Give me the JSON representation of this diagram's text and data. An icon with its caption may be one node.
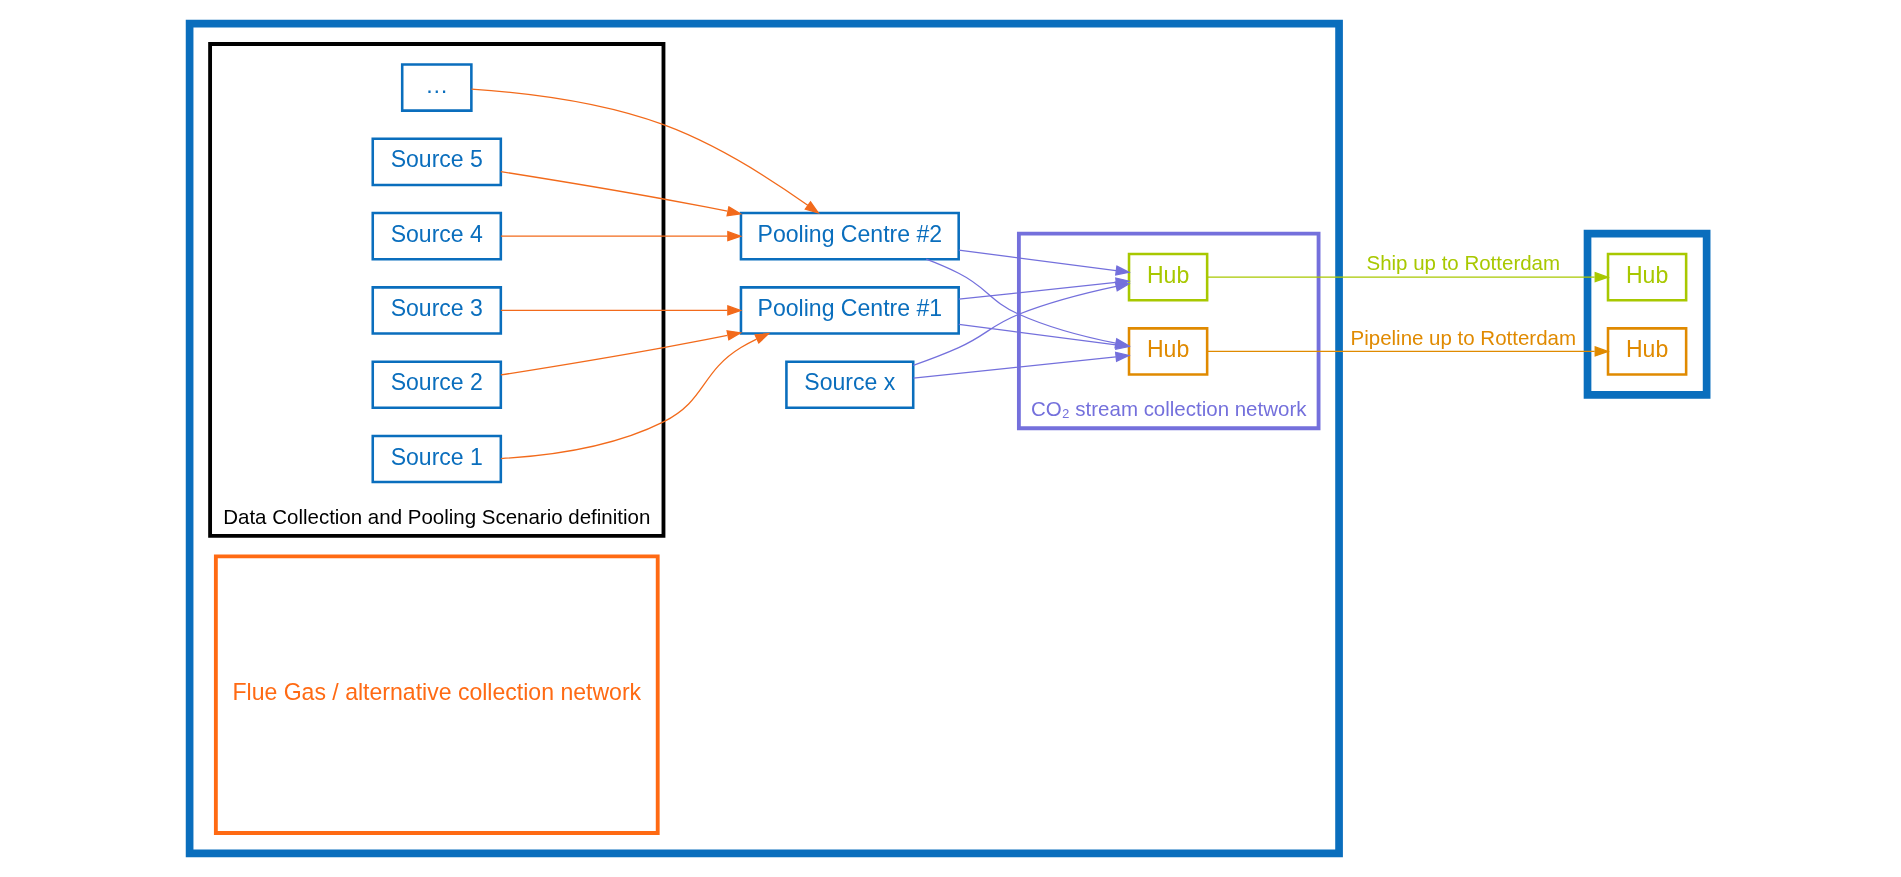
{
  "diagram": {
    "nodes": [
      {
        "text": [],
        "shape": "box"
      },
      {
        "text": [
          "Data Collection and Pooling Scenario definition"
        ],
        "in": 0
      },
      {
        "text": [
          "Source 1"
        ],
        "in": 1
      },
      {
        "text": [
          "Source 2"
        ],
        "in": 1
      },
      {
        "text": [
          "Source 3"
        ],
        "in": 1
      },
      {
        "text": [
          "Source 4"
        ],
        "in": 1
      },
      {
        "text": [
          "Source 5"
        ],
        "in": 1
      },
      {
        "text": [
          "…"
        ],
        "in": 1
      },
      {
        "text": [
          "Flue Gas / alternative collection network"
        ],
        "in": 0
      },
      {
        "text": [
          "Source x"
        ],
        "in": 0
      },
      {
        "text": [
          "Pooling Centre #1"
        ],
        "in": 0
      },
      {
        "text": [
          "Pooling Centre #2"
        ],
        "in": 0
      },
      {
        "text": [
          "CO₂ stream collection network"
        ],
        "in": 0
      },
      {
        "text": [
          "Hub"
        ],
        "in": 12
      },
      {
        "text": [
          "Hub"
        ],
        "in": 12
      },
      {
        "text": [],
        "shape": "box"
      },
      {
        "text": [
          "Hub"
        ],
        "in": 15
      },
      {
        "text": [
          "Hub"
        ],
        "in": 15
      }
    ],
    "edges": [
      {
        "from": 2,
        "to": 10,
        "arrow": "to"
      },
      {
        "from": 3,
        "to": 10,
        "arrow": "to"
      },
      {
        "from": 4,
        "to": 10,
        "arrow": "to"
      },
      {
        "from": 5,
        "to": 11,
        "arrow": "to"
      },
      {
        "from": 6,
        "to": 11,
        "arrow": "to"
      },
      {
        "from": 7,
        "to": 11,
        "arrow": "to"
      },
      {
        "from": 9,
        "to": 13,
        "arrow": "to",
        "color": "#7470dc"
      },
      {
        "from": 9,
        "to": 14,
        "arrow": "to",
        "color": "#7470dc"
      },
      {
        "from": 10,
        "to": 13,
        "arrow": "to",
        "color": "#7470dc"
      },
      {
        "from": 10,
        "to": 14,
        "arrow": "to",
        "color": "#7470dc"
      },
      {
        "from": 11,
        "to": 13,
        "arrow": "to",
        "color": "#7470dc"
      },
      {
        "from": 11,
        "to": 14,
        "arrow": "to",
        "color": "#7470dc"
      },
      {
        "from": 13,
        "to": 16,
        "arrow": "to",
        "label": "Pipeline up to Rotterdam",
        "color": "#e08a00"
      },
      {
        "from": 14,
        "to": 17,
        "arrow": "to",
        "label": "Ship up to Rotterdam",
        "color": "#a8c800"
      }
    ]
  }
}
